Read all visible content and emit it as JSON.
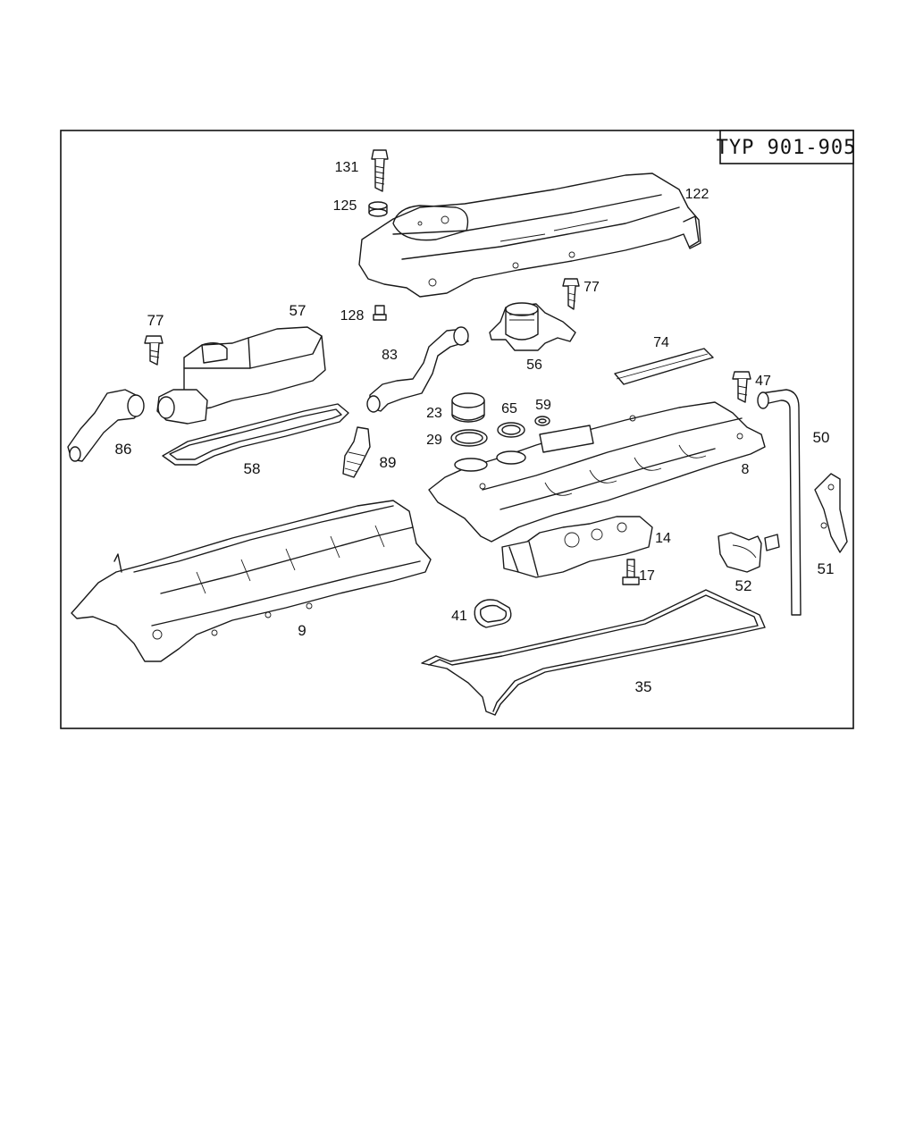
{
  "diagram": {
    "type_label": "TYP 901-905",
    "callouts": [
      {
        "id": "131",
        "text": "131"
      },
      {
        "id": "125",
        "text": "125"
      },
      {
        "id": "122",
        "text": "122"
      },
      {
        "id": "77a",
        "text": "77"
      },
      {
        "id": "128",
        "text": "128"
      },
      {
        "id": "77b",
        "text": "77"
      },
      {
        "id": "57",
        "text": "57"
      },
      {
        "id": "83",
        "text": "83"
      },
      {
        "id": "56",
        "text": "56"
      },
      {
        "id": "74",
        "text": "74"
      },
      {
        "id": "47",
        "text": "47"
      },
      {
        "id": "23",
        "text": "23"
      },
      {
        "id": "65",
        "text": "65"
      },
      {
        "id": "59",
        "text": "59"
      },
      {
        "id": "29",
        "text": "29"
      },
      {
        "id": "50",
        "text": "50"
      },
      {
        "id": "86",
        "text": "86"
      },
      {
        "id": "58",
        "text": "58"
      },
      {
        "id": "89",
        "text": "89"
      },
      {
        "id": "8",
        "text": "8"
      },
      {
        "id": "51",
        "text": "51"
      },
      {
        "id": "14",
        "text": "14"
      },
      {
        "id": "17",
        "text": "17"
      },
      {
        "id": "52",
        "text": "52"
      },
      {
        "id": "9",
        "text": "9"
      },
      {
        "id": "41",
        "text": "41"
      },
      {
        "id": "35",
        "text": "35"
      }
    ]
  }
}
